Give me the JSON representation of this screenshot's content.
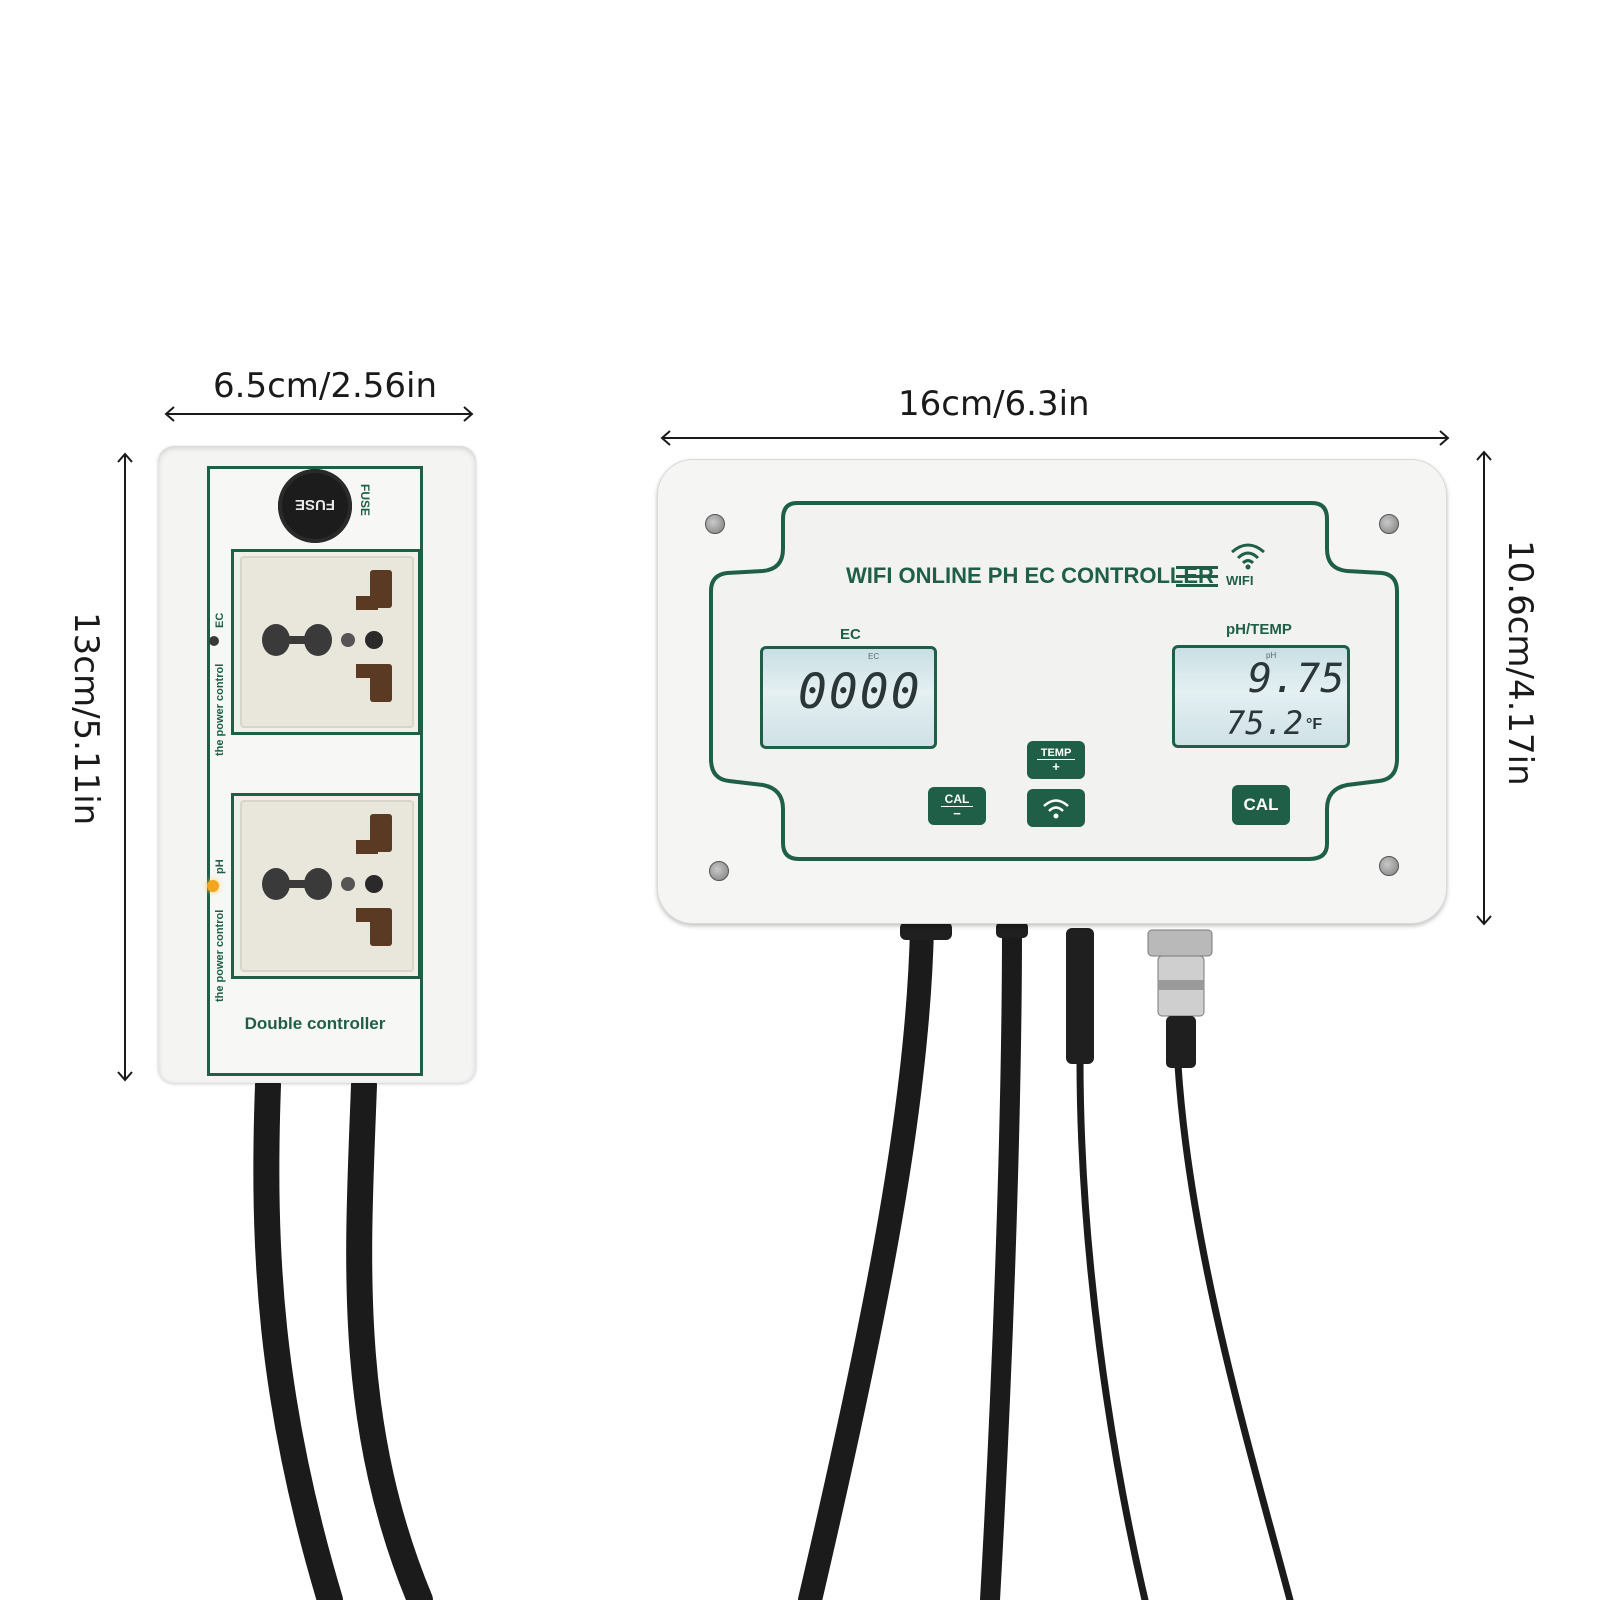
{
  "dimensions": {
    "strip_width": "6.5cm/2.56in",
    "strip_height": "13cm/5.11in",
    "controller_width": "16cm/6.3in",
    "controller_height": "10.6cm/4.17in"
  },
  "power_strip": {
    "fuse_cap_text": "FUSE",
    "fuse_side_text": "FUSE",
    "socket_top_side_label": "the power control",
    "socket_top_channel": "EC",
    "socket_bottom_side_label": "the power control",
    "socket_bottom_channel": "pH",
    "footer_label": "Double controller"
  },
  "controller": {
    "title": "WIFI ONLINE PH EC CONTROLLER",
    "wifi_label": "WIFI",
    "ec_panel": {
      "heading": "EC",
      "small_label": "EC",
      "reading": "0000"
    },
    "ph_panel": {
      "heading": "pH/TEMP",
      "small_label": "pH",
      "ph_reading": "9.75",
      "temp_reading": "75.2",
      "temp_unit": "°F"
    },
    "buttons": {
      "temp_plus_top": "TEMP",
      "temp_plus_bottom": "+",
      "cal_minus_top": "CAL",
      "cal_minus_bottom": "−",
      "cal_right": "CAL"
    }
  },
  "colors": {
    "brand_green": "#1f5f48",
    "lcd_backlight": "#d7e8ec",
    "cable": "#1b1b1b",
    "ph_indicator": "#f2a51f"
  }
}
